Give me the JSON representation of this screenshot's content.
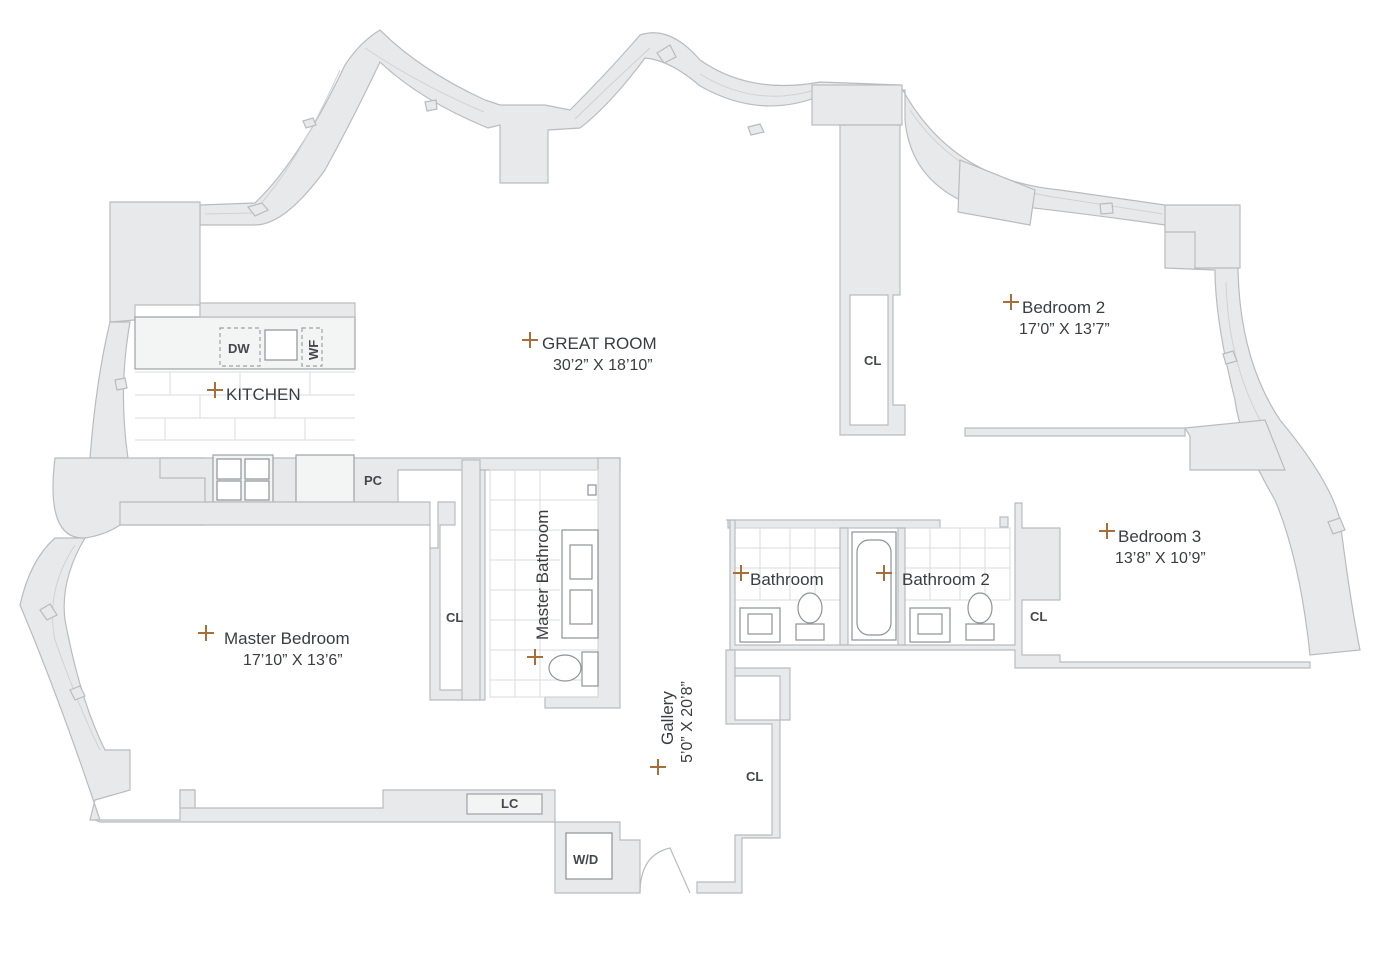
{
  "rooms": {
    "great_room": {
      "name": "GREAT ROOM",
      "dims": "30’2” X 18’10”"
    },
    "kitchen": {
      "name": "KITCHEN"
    },
    "bedroom2": {
      "name": "Bedroom 2",
      "dims": "17’0” X 13’7”"
    },
    "bedroom3": {
      "name": "Bedroom 3",
      "dims": "13’8” X 10’9”"
    },
    "master_bedroom": {
      "name": "Master Bedroom",
      "dims": "17’10” X 13’6”"
    },
    "master_bathroom": {
      "name": "Master Bathroom"
    },
    "bathroom": {
      "name": "Bathroom"
    },
    "bathroom2": {
      "name": "Bathroom 2"
    },
    "gallery": {
      "name": "Gallery",
      "dims": "5’0” X 20’8”"
    }
  },
  "tags": {
    "dw": "DW",
    "wf": "WF",
    "pc": "PC",
    "cl": "CL",
    "lc": "LC",
    "wd": "W/D"
  },
  "colors": {
    "wall_fill": "#e8e9ea",
    "wall_stroke": "#b9bcbe",
    "marker": "#a86f3b",
    "text": "#3a3d40"
  }
}
